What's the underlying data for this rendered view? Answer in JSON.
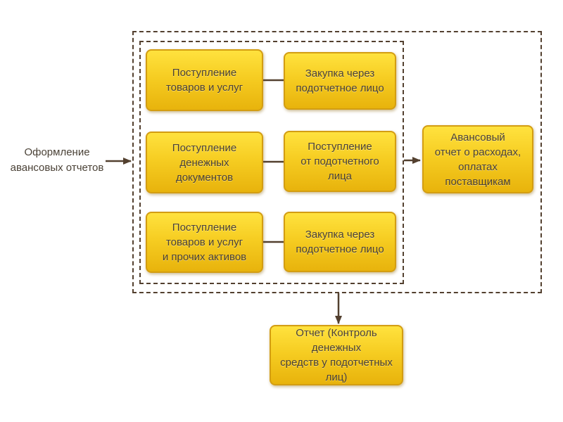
{
  "colors": {
    "box_top": "#ffe23e",
    "box_bottom": "#e8b30c",
    "box_border": "#d39d12",
    "frame": "#53402f",
    "arrow": "#53402f",
    "text": "#4b4237"
  },
  "diagram": {
    "side_label": "Оформление\nавансовых отчетов",
    "nodes": {
      "receipt_goods": "Поступление\nтоваров и услуг",
      "purchase_via_accountable_1": "Закупка через\nподотчетное лицо",
      "receipt_money_docs": "Поступление\nденежных\nдокументов",
      "receipt_from_accountable": "Поступление\nот подотчетного лица",
      "receipt_goods_other": "Поступление\nтоваров и услуг\nи прочих активов",
      "purchase_via_accountable_2": "Закупка через\nподотчетное лицо",
      "advance_report": "Авансовый\nотчет о расходах,\nоплатах поставщикам",
      "control_report": "Отчет (Контроль денежных\nсредств у подотчетных лиц)"
    }
  }
}
